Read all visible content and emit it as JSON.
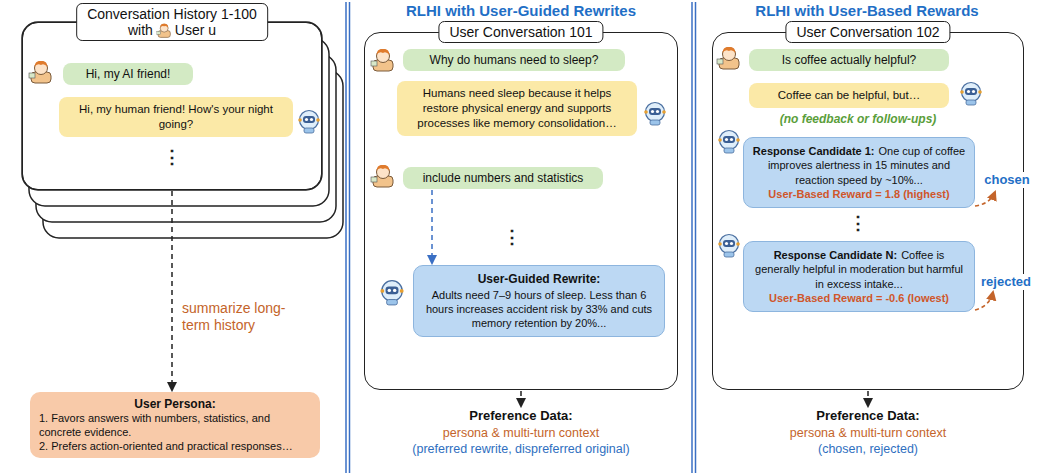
{
  "diagram": {
    "nodes": [
      {
        "text": [
          "Conversation History 1-100",
          "with",
          "User u"
        ]
      },
      {
        "text": [
          "Hi, my AI friend!"
        ],
        "in": 0
      },
      {
        "text": [
          "Hi, my human friend! How's your night going?"
        ],
        "in": 0
      },
      {
        "text": [
          "User Persona:",
          "1. Favors answers with numbers, statistics, and concrete evidence.",
          "2. Prefers action-oriented and practical responses…"
        ]
      },
      {
        "text": [
          "User Conversation 101"
        ]
      },
      {
        "text": [
          "Why do humans need to sleep?"
        ],
        "in": 4
      },
      {
        "text": [
          "Humans need sleep because it helps restore physical energy and supports processes like memory consolidation…"
        ],
        "in": 4
      },
      {
        "text": [
          "include numbers and statistics"
        ],
        "in": 4
      },
      {
        "text": [
          "User-Guided Rewrite:",
          "Adults need 7–9 hours of sleep. Less than 6 hours increases accident risk by 33% and cuts memory retention by 20%..."
        ],
        "in": 4
      },
      {
        "text": [
          "Preference Data:",
          "persona & multi-turn context",
          "(preferred rewrite, dispreferred original)"
        ]
      },
      {
        "text": [
          "User Conversation 102"
        ]
      },
      {
        "text": [
          "Is coffee actually helpful?"
        ],
        "in": 10
      },
      {
        "text": [
          "Coffee can be helpful, but…"
        ],
        "in": 10
      },
      {
        "text": [
          "Response Candidate 1:",
          "One cup of coffee improves alertness in 15 minutes and reaction speed by ~10%...",
          "User-Based Reward = 1.8 (highest)"
        ],
        "in": 10
      },
      {
        "text": [
          "Response Candidate N:",
          "Coffee is generally helpful in moderation but harmful in excess intake...",
          "User-Based Reward = -0.6 (lowest)"
        ],
        "in": 10
      },
      {
        "text": [
          "Preference Data:",
          "persona & multi-turn context",
          "(chosen, rejected)"
        ]
      }
    ],
    "edges": [
      {
        "from": 0,
        "to": 3,
        "arrow": "to",
        "label": "summarize long-term history"
      },
      {
        "from": 7,
        "to": 8,
        "arrow": "to"
      },
      {
        "from": 4,
        "to": 9,
        "arrow": "to"
      },
      {
        "from": 10,
        "to": 15,
        "arrow": "to"
      }
    ],
    "labels": [
      "RLHI with User-Guided Rewrites",
      "RLHI with User-Based Rewards",
      "⋮",
      "⋮",
      "(no feedback or follow-ups)",
      "chosen",
      "⋮",
      "rejected"
    ]
  }
}
